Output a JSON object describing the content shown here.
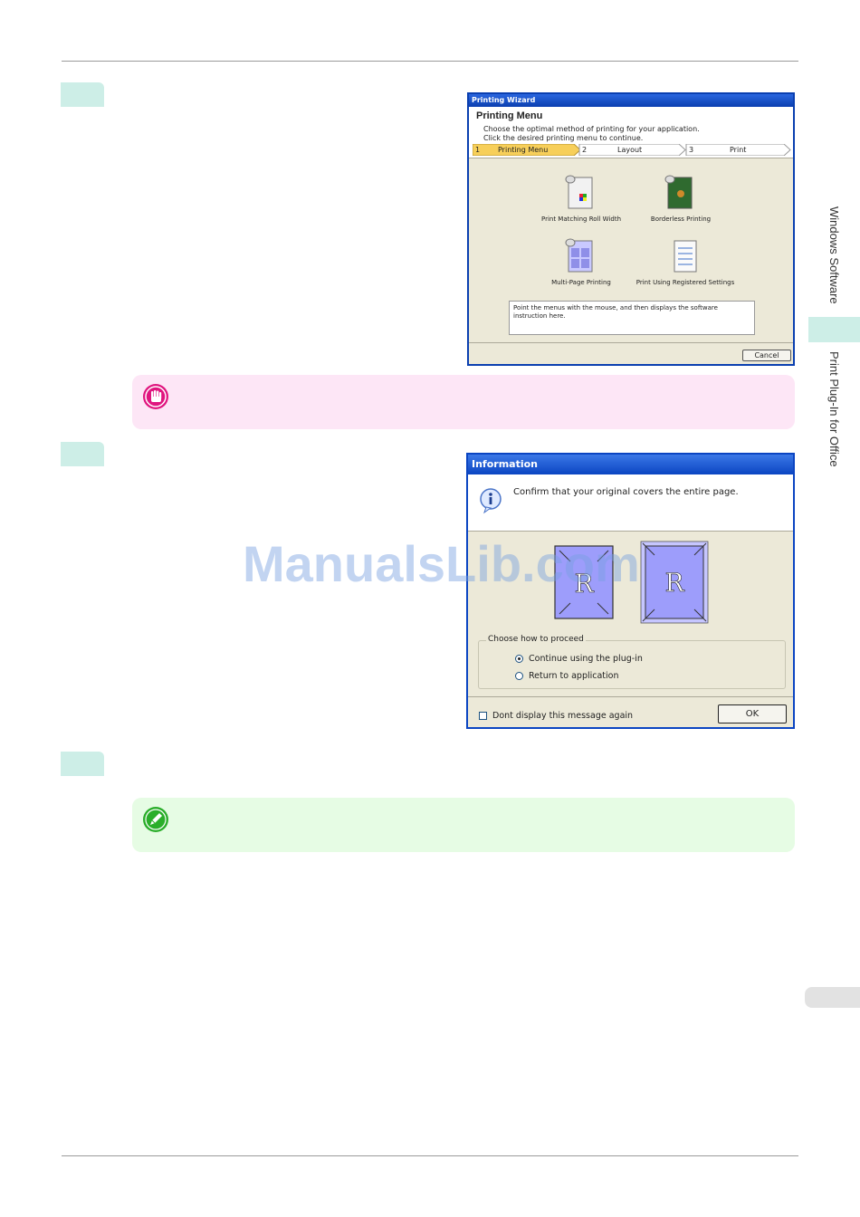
{
  "sidebar": {
    "section_label": "Windows Software",
    "subsection_label": "Print Plug-In for Office"
  },
  "wizard": {
    "title": "Printing Wizard",
    "heading": "Printing Menu",
    "desc_line1": "Choose the optimal method of printing for your application.",
    "desc_line2": "Click the desired printing menu to continue.",
    "steps": [
      {
        "num": "1",
        "label": "Printing Menu"
      },
      {
        "num": "2",
        "label": "Layout"
      },
      {
        "num": "3",
        "label": "Print"
      }
    ],
    "items": [
      {
        "label": "Print Matching Roll Width",
        "icon": "roll-width-icon"
      },
      {
        "label": "Borderless Printing",
        "icon": "borderless-icon"
      },
      {
        "label": "Multi-Page Printing",
        "icon": "multi-page-icon"
      },
      {
        "label": "Print Using Registered Settings",
        "icon": "registered-settings-icon"
      }
    ],
    "hint": "Point the menus with the mouse, and then displays the software instruction here.",
    "cancel_label": "Cancel"
  },
  "info_dialog": {
    "title": "Information",
    "message": "Confirm that your original covers the entire page.",
    "illustration_letter": "R",
    "group_label": "Choose how to proceed",
    "options": [
      {
        "label": "Continue using the plug-in",
        "selected": true
      },
      {
        "label": "Return to application",
        "selected": false
      }
    ],
    "dont_show_label": "Dont display this message again",
    "ok_label": "OK"
  },
  "watermark": "ManualsLib.com",
  "colors": {
    "step_tab": "#cdeee7",
    "important_note_bg": "#fde6f6",
    "important_icon": "#e0157f",
    "note_bg": "#e6fce4",
    "note_icon": "#2aae2a"
  }
}
